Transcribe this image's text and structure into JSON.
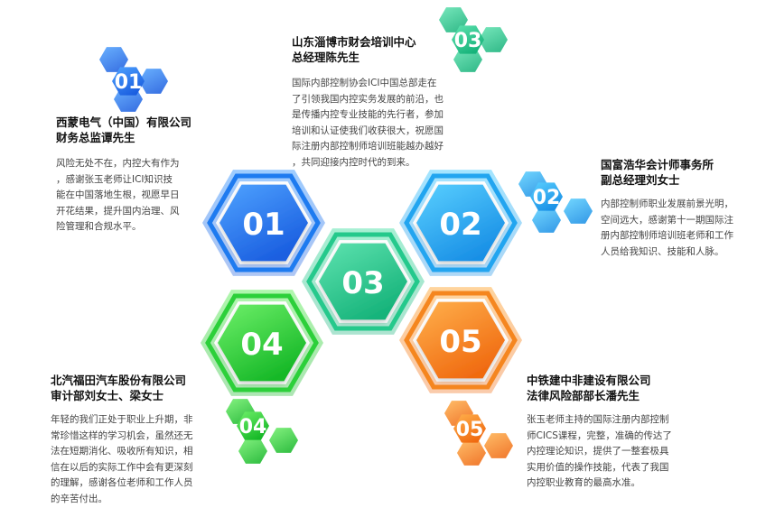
{
  "hexagons": [
    {
      "number": "01",
      "color": "blue"
    },
    {
      "number": "02",
      "color": "sky"
    },
    {
      "number": "03",
      "color": "teal"
    },
    {
      "number": "04",
      "color": "green"
    },
    {
      "number": "05",
      "color": "orange"
    }
  ],
  "testimonials": [
    {
      "number": "01",
      "color": "blue",
      "company": "西蒙电气（中国）有限公司",
      "person": "财务总监谭先生",
      "lines": [
        "风险无处不在，内控大有作为",
        "，感谢张玉老师让ICI知识技",
        "能在中国落地生根，视愿早日",
        "开花结果，提升国内治理、风",
        "险管理和合规水平。"
      ]
    },
    {
      "number": "02",
      "color": "sky",
      "company": "国富浩华会计师事务所",
      "person": "副总经理刘女士",
      "lines": [
        "内部控制师职业发展前景光明，",
        "空间远大，感谢第十一期国际注",
        "册内部控制师培训班老师和工作",
        "人员给我知识、技能和人脉。"
      ]
    },
    {
      "number": "03",
      "color": "teal",
      "company": "山东淄博市财会培训中心",
      "person": "总经理陈先生",
      "lines": [
        "国际内部控制协会ICI中国总部走在",
        "了引领我国内控实务发展的前沿，也",
        "是传播内控专业技能的先行者，参加",
        "培训和认证使我们收获很大，祝愿国",
        "际注册内部控制师培训班能越办越好",
        "，共同迎接内控时代的到来。"
      ]
    },
    {
      "number": "04",
      "color": "green",
      "company": "北汽福田汽车股份有限公司",
      "person": "审计部刘女士、梁女士",
      "lines": [
        "年轻的我们正处于职业上升期，非",
        "常珍惜这样的学习机会，虽然还无",
        "法在短期消化、吸收所有知识，相",
        "信在以后的实际工作中会有更深刻",
        "的理解，感谢各位老师和工作人员",
        "的辛苦付出。"
      ]
    },
    {
      "number": "05",
      "color": "orange",
      "company": "中铁建中非建设有限公司",
      "person": "法律风险部部长潘先生",
      "lines": [
        "张玉老师主持的国际注册内部控制",
        "师CICS课程，完整，准确的传达了",
        "内控理论知识，提供了一整套极具",
        "实用价值的操作技能，代表了我国",
        "内控职业教育的最高水准。"
      ]
    }
  ],
  "palette": {
    "blue": {
      "light": "#4fa3ff",
      "dark": "#1a5ee0",
      "ring": "#1e7bf0"
    },
    "sky": {
      "light": "#5ad0ff",
      "dark": "#1990e6",
      "ring": "#22a5f0"
    },
    "teal": {
      "light": "#5fe3b0",
      "dark": "#16b37a",
      "ring": "#25c98c"
    },
    "green": {
      "light": "#6ff06a",
      "dark": "#16b827",
      "ring": "#2cd03a"
    },
    "orange": {
      "light": "#ffb14d",
      "dark": "#f06a10",
      "ring": "#f5861f"
    }
  }
}
